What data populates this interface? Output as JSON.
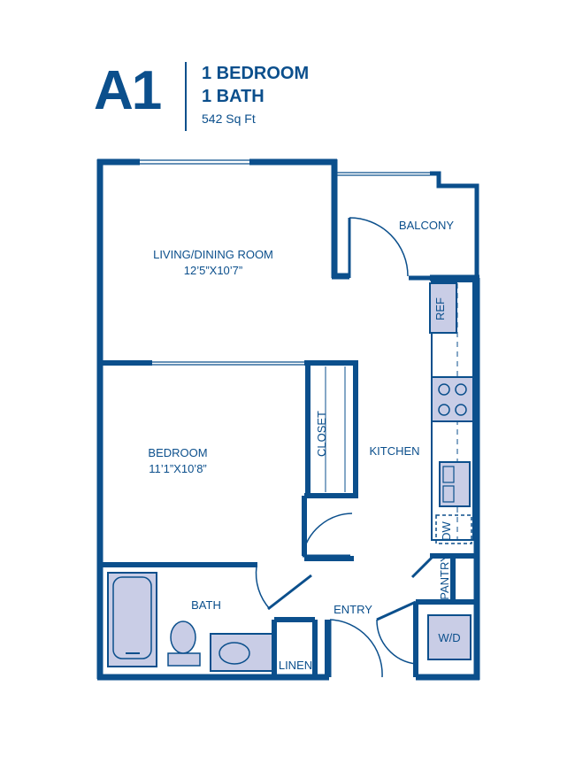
{
  "header": {
    "unit_code": "A1",
    "bedrooms": "1 BEDROOM",
    "bathrooms": "1 BATH",
    "area": "542 Sq Ft"
  },
  "rooms": {
    "living_name": "LIVING/DINING ROOM",
    "living_dims": "12’5”X10’7”",
    "bedroom_name": "BEDROOM",
    "bedroom_dims": "11’1”X10’8”",
    "balcony": "BALCONY",
    "kitchen": "KITCHEN",
    "closet": "CLOSET",
    "bath": "BATH",
    "entry": "ENTRY",
    "linen": "LINEN",
    "pantry": "PANTRY"
  },
  "fixtures": {
    "ref": "REF",
    "dw": "DW",
    "wd": "W/D"
  },
  "colors": {
    "wall": "#0b4f8c",
    "fixture_fill": "#c9cde6",
    "background": "#ffffff"
  }
}
